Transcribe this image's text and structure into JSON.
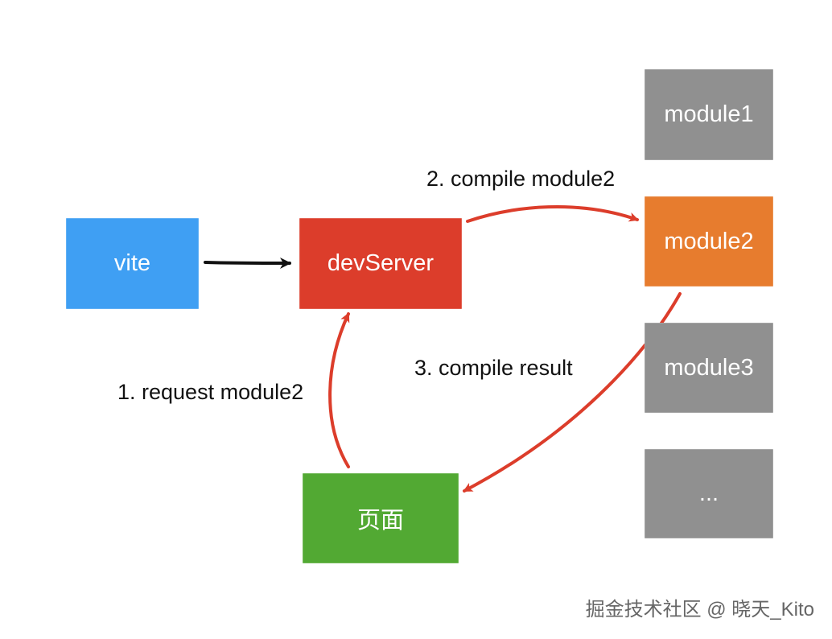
{
  "nodes": {
    "vite": {
      "label": "vite",
      "color": "#3f9ff3"
    },
    "devserver": {
      "label": "devServer",
      "color": "#dc3d2b"
    },
    "page": {
      "label": "页面",
      "color": "#52a933"
    },
    "module1": {
      "label": "module1",
      "color": "#909090"
    },
    "module2": {
      "label": "module2",
      "color": "#e77c2e"
    },
    "module3": {
      "label": "module3",
      "color": "#909090"
    },
    "module_more": {
      "label": "...",
      "color": "#909090"
    }
  },
  "edges": {
    "compile_module2": {
      "label": "2. compile module2",
      "color": "#dc3d2b"
    },
    "compile_result": {
      "label": "3. compile result",
      "color": "#dc3d2b"
    },
    "request_module2": {
      "label": "1. request module2",
      "color": "#dc3d2b"
    },
    "vite_to_devserver": {
      "color": "#111111"
    }
  },
  "watermark": "掘金技术社区 @ 晓天_Kito"
}
